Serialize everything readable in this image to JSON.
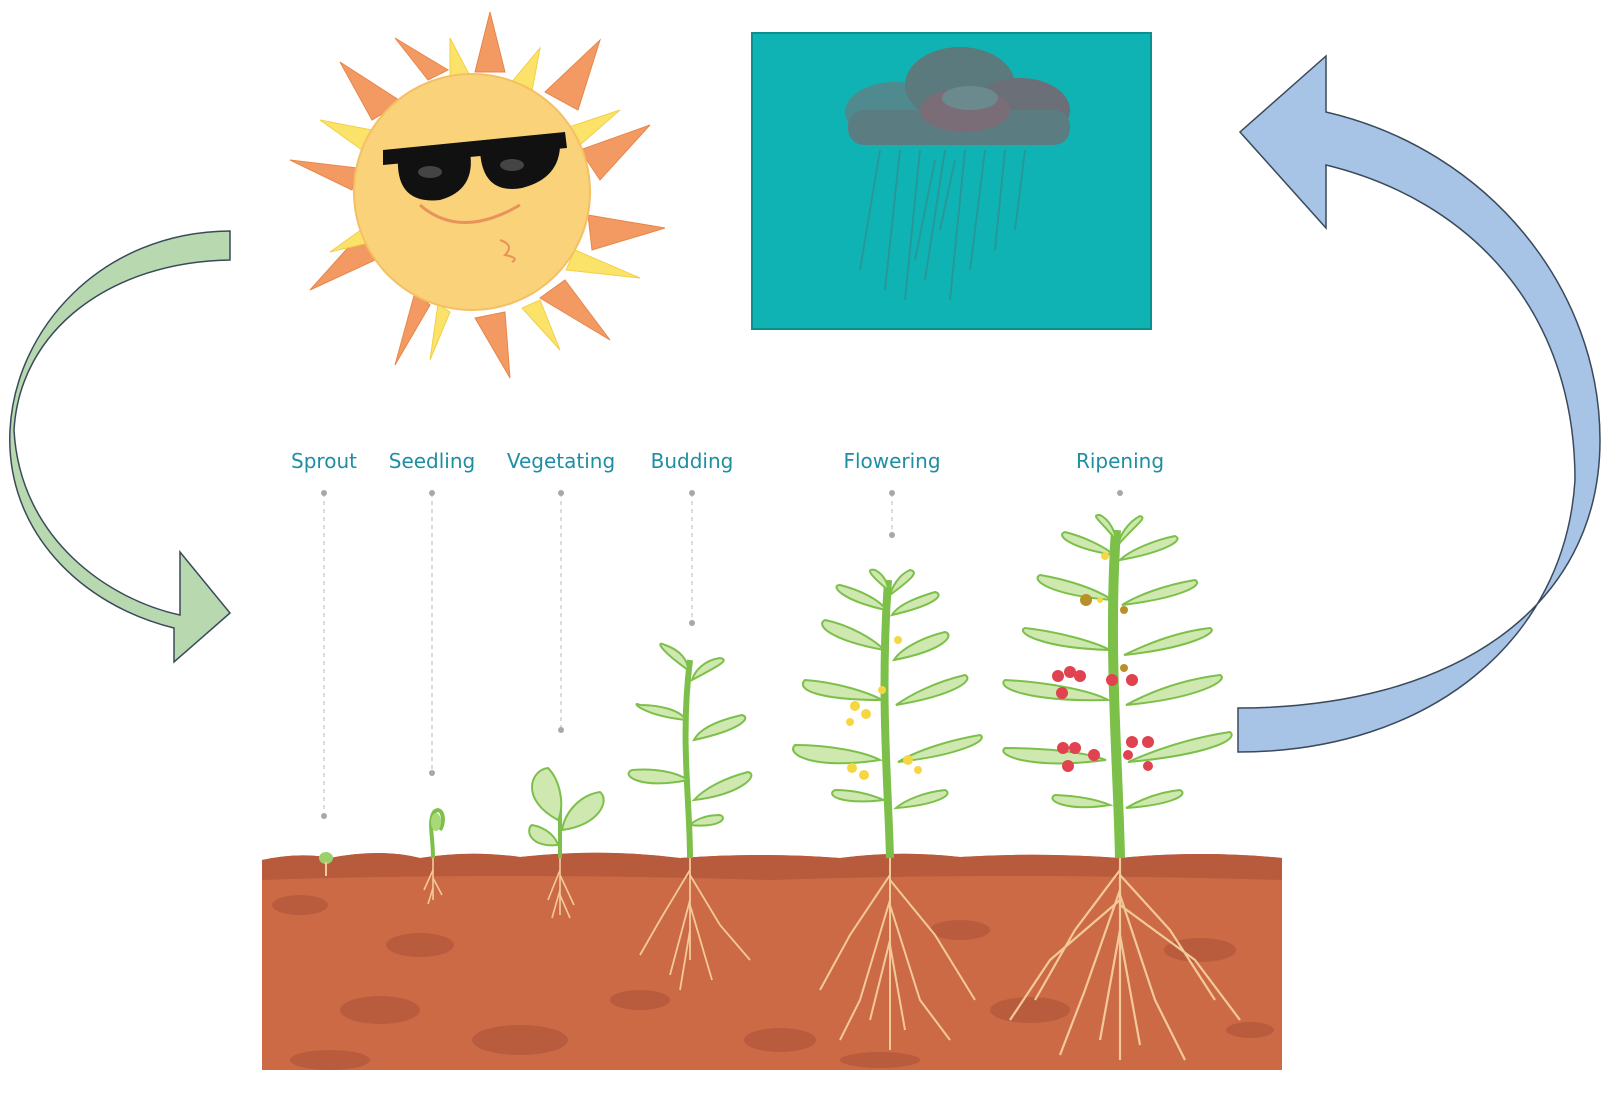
{
  "stages": [
    {
      "id": "sprout",
      "label": "Sprout"
    },
    {
      "id": "seedling",
      "label": "Seedling"
    },
    {
      "id": "vegetating",
      "label": "Vegetating"
    },
    {
      "id": "budding",
      "label": "Budding"
    },
    {
      "id": "flowering",
      "label": "Flowering"
    },
    {
      "id": "ripening",
      "label": "Ripening"
    }
  ],
  "colors": {
    "label": "#1f8ea3",
    "soil_top": "#b85a3c",
    "soil": "#cc6a46",
    "arrow_green": "#b8d8b0",
    "arrow_blue": "#a7c3e6",
    "rain_panel": "#10b3b3",
    "leaf": "#cfe8b0",
    "stem": "#7cc04a",
    "root": "#f3c99a",
    "flower": "#f5d743",
    "berry": "#e0424f"
  },
  "icons": [
    "sun-icon",
    "rain-cloud-icon",
    "green-cycle-arrow",
    "blue-cycle-arrow"
  ]
}
